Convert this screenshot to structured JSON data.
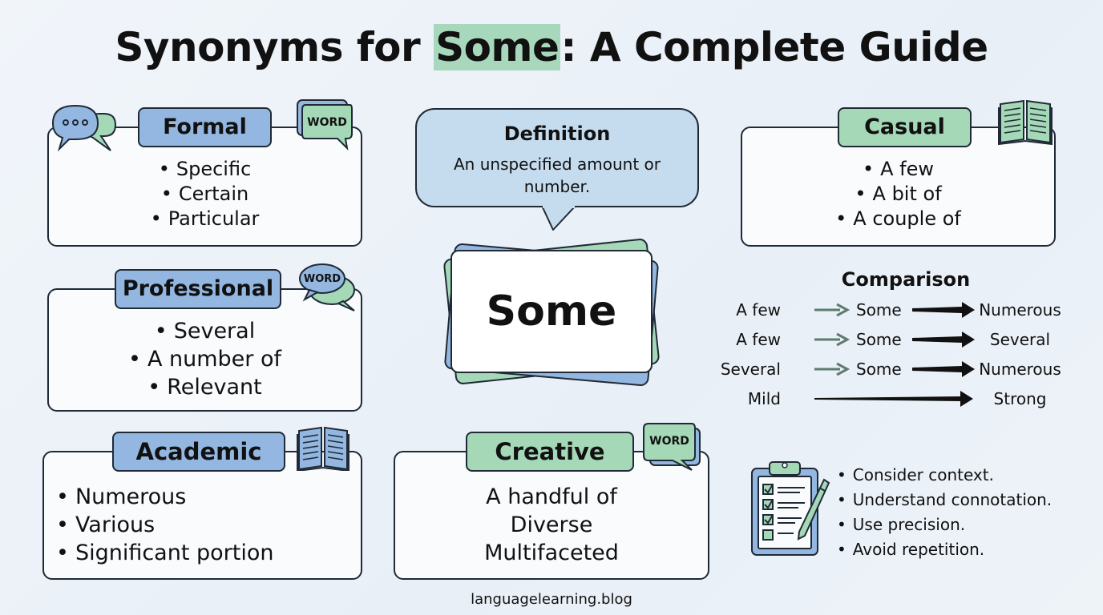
{
  "title": {
    "before": "Synonyms for ",
    "highlight": "Some",
    "after": ": A Complete Guide"
  },
  "formal": {
    "label": "Formal",
    "items": [
      "Specific",
      "Certain",
      "Particular"
    ]
  },
  "professional": {
    "label": "Professional",
    "items": [
      "Several",
      "A number of",
      "Relevant"
    ]
  },
  "academic": {
    "label": "Academic",
    "items": [
      "Numerous",
      "Various",
      "Significant portion"
    ]
  },
  "creative": {
    "label": "Creative",
    "items": [
      "A handful of",
      "Diverse",
      "Multifaceted"
    ]
  },
  "casual": {
    "label": "Casual",
    "items": [
      "A few",
      "A bit of",
      "A couple of"
    ]
  },
  "definition": {
    "title": "Definition",
    "text": "An unspecified amount or number."
  },
  "center_word": "Some",
  "badges": {
    "word": "WORD"
  },
  "comparison": {
    "title": "Comparison",
    "rows": [
      {
        "from": "A few",
        "mid": "Some",
        "to": "Numerous"
      },
      {
        "from": "A few",
        "mid": "Some",
        "to": "Several"
      },
      {
        "from": "Several",
        "mid": "Some",
        "to": "Numerous"
      },
      {
        "from": "Mild",
        "mid": "",
        "to": "Strong"
      }
    ]
  },
  "tips": [
    "Consider context.",
    "Understand connotation.",
    "Use precision.",
    "Avoid repetition."
  ],
  "footer": "languagelearning.blog",
  "colors": {
    "blue": "#93b7e0",
    "green": "#a4d8b6",
    "highlight": "#a8d8bb",
    "definition": "#c5dcef",
    "outline": "#1f2a36"
  },
  "bullet": "•"
}
